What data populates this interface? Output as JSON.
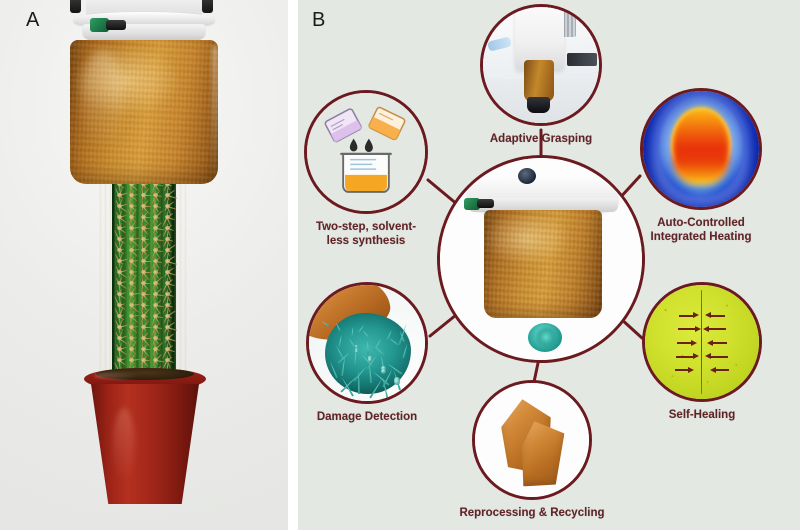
{
  "figure": {
    "panels": [
      {
        "id": "A",
        "label": "A",
        "description": "Photograph of a soft robotic gripper with amber self-healing polymer body grasping a spiny columnar cactus planted in a dark red plastic pot."
      },
      {
        "id": "B",
        "label": "B",
        "description": "Radial concept diagram with central gripper photograph and six labeled feature nodes connected by dark red lines."
      }
    ]
  },
  "panel_b": {
    "center": {
      "name": "central-gripper",
      "description": "Soft gripper with white robotic mount grasping a teal spiky object"
    },
    "nodes": [
      {
        "id": "adaptive-grasping",
        "label": "Adaptive Grasping",
        "icon": "photo-robot-arm-grasping",
        "position": "top"
      },
      {
        "id": "auto-controlled-heating",
        "label": "Auto-Controlled\nIntegrated Heating",
        "icon": "thermal-camera-image",
        "position": "right-upper"
      },
      {
        "id": "self-healing",
        "label": "Self-Healing",
        "icon": "microscopy-crack-closing-arrows",
        "position": "right-lower"
      },
      {
        "id": "reprocessing-recycling",
        "label": "Reprocessing & Recycling",
        "icon": "photo-polymer-pieces",
        "position": "bottom"
      },
      {
        "id": "damage-detection",
        "label": "Damage Detection",
        "icon": "photo-teal-spikes-in-polymer",
        "position": "left-lower"
      },
      {
        "id": "two-step-synthesis",
        "label": "Two-step, solvent-\nless synthesis",
        "icon": "beaker-and-flasks",
        "position": "left-upper"
      }
    ]
  },
  "colors": {
    "accent_dark_red": "#6b1a20",
    "caption_text": "#5e2426",
    "panel_b_background": "#e4e8e3",
    "panel_a_background": "#ececeb",
    "amber_polymer": "#c98b2c",
    "teal_spikes": "#22958f",
    "pot_red": "#9c2317",
    "cactus_green": "#2f8a25",
    "thermal_hot": "#e8230c",
    "thermal_cold": "#0b34c8",
    "healing_yellow_green": "#cfe02c"
  }
}
